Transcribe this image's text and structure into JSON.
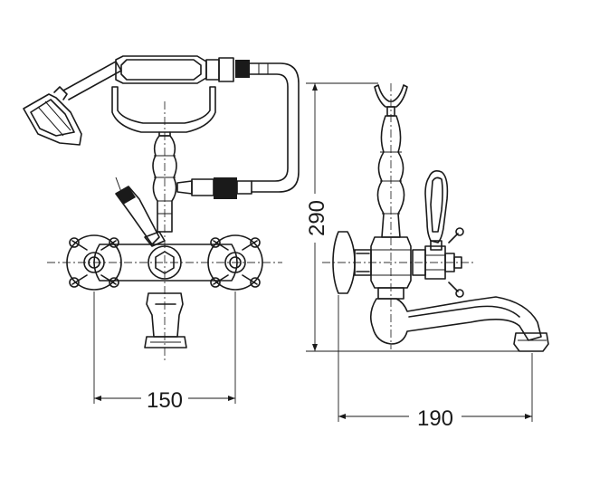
{
  "dimensions": {
    "width_label": "150",
    "projection_label": "190",
    "height_label": "290"
  },
  "colors": {
    "line": "#1a1a1a",
    "background": "#ffffff"
  }
}
